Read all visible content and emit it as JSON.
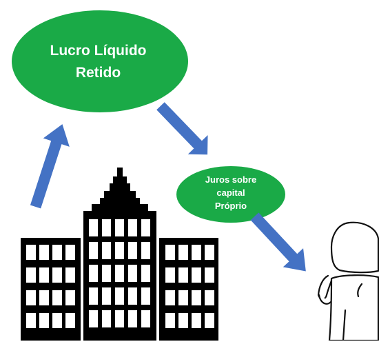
{
  "nodes": {
    "retained_earnings": {
      "line1": "Lucro Líquido",
      "line2": "Retido",
      "color": "#1aaa47"
    },
    "interest_on_equity": {
      "line1": "Juros sobre",
      "line2": "capital",
      "line3": "Próprio",
      "color": "#1aaa47"
    }
  },
  "arrows": {
    "color": "#4472c4",
    "flow": [
      "building-to-retained-earnings",
      "retained-earnings-to-interest",
      "interest-to-shareholder"
    ]
  },
  "icons": {
    "company": "office-building-icon",
    "shareholder": "person-icon"
  }
}
